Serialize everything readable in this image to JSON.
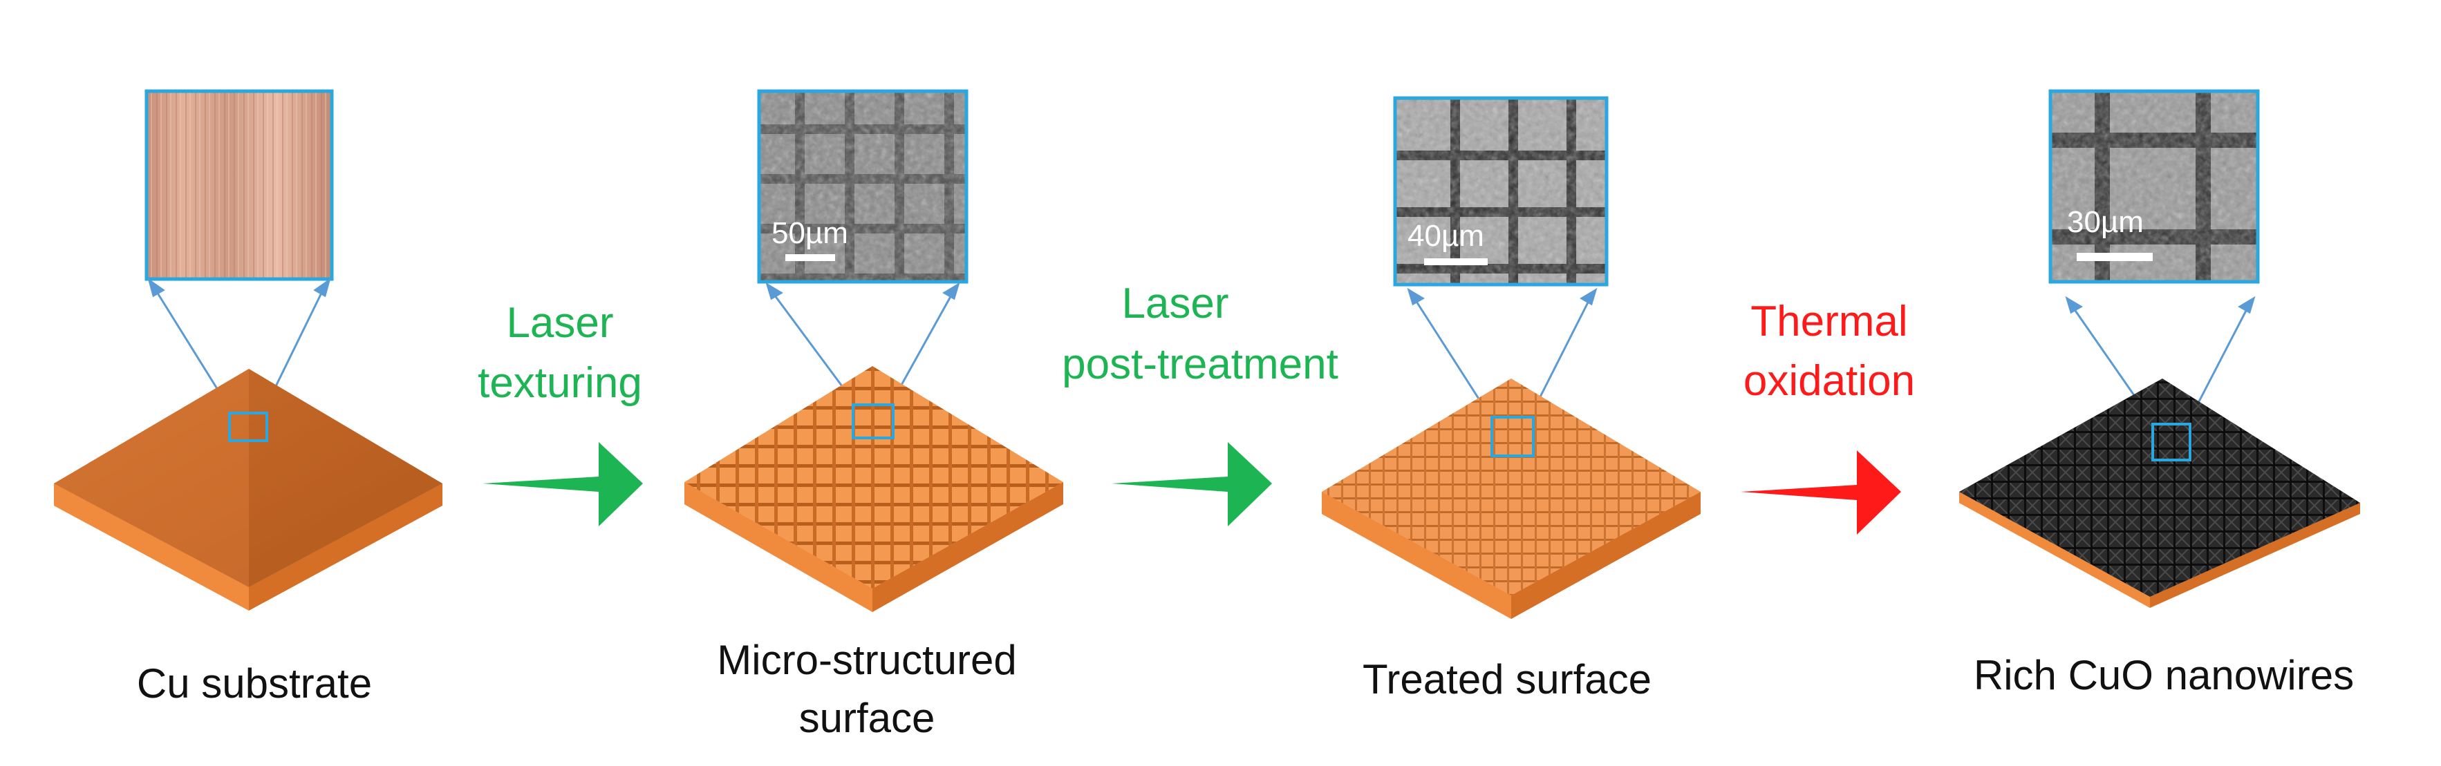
{
  "stages": [
    {
      "label": "Cu substrate",
      "scale_bar": ""
    },
    {
      "label_lines": [
        "Micro-structured",
        "surface"
      ],
      "scale_bar": "50µm"
    },
    {
      "label": "Treated surface",
      "scale_bar": "40µm"
    },
    {
      "label": "Rich CuO nanowires",
      "scale_bar": "30µm"
    }
  ],
  "steps": [
    {
      "lines": [
        "Laser",
        "texturing"
      ],
      "color": "#1db553"
    },
    {
      "lines": [
        "Laser",
        "post-treatment"
      ],
      "color": "#1db553"
    },
    {
      "lines": [
        "Thermal",
        "oxidation"
      ],
      "color": "#ff1a1a"
    }
  ],
  "colors": {
    "copper": "#f08a3c",
    "copper_dark": "#c9641f",
    "oxide": "#1e1e1e",
    "zoom_frame": "#2aa7df",
    "zoom_lines": "#5b9bd5"
  }
}
